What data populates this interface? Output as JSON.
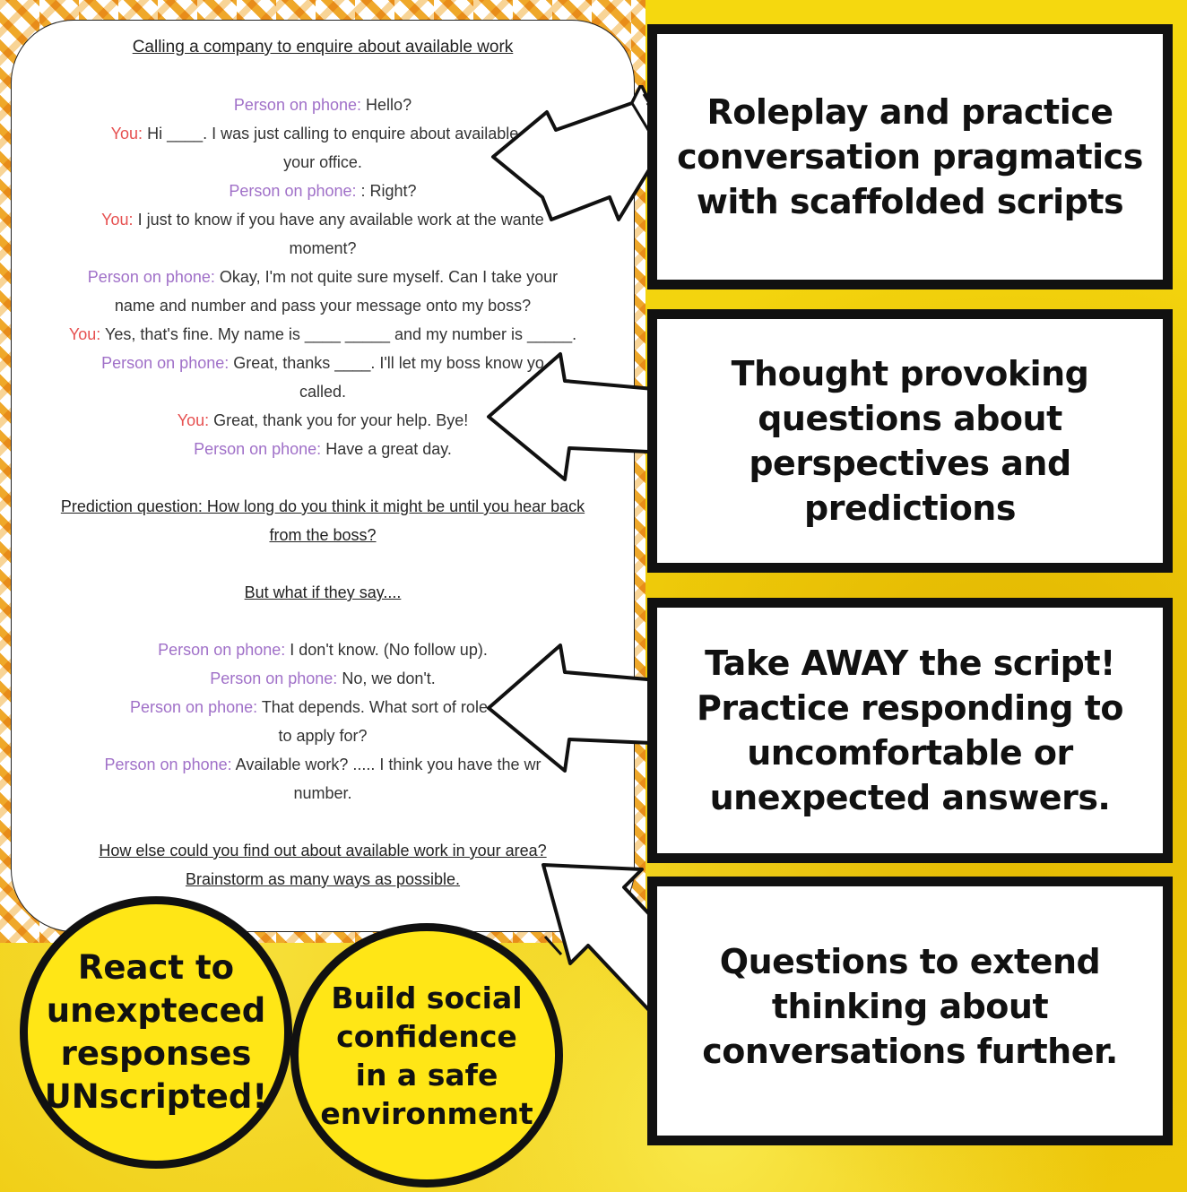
{
  "worksheet": {
    "title": "Calling a company to enquire about available work",
    "script": [
      {
        "speaker": "Person on phone:",
        "type": "person",
        "text": " Hello?"
      },
      {
        "speaker": "You:",
        "type": "you",
        "text": " Hi ____. I was just calling to enquire about available w"
      },
      {
        "speaker": "",
        "type": "plain",
        "text": "your office."
      },
      {
        "speaker": "Person on phone:",
        "type": "person",
        "text": " : Right?"
      },
      {
        "speaker": "You:",
        "type": "you",
        "text": " I just to know if you have any available work at the wante"
      },
      {
        "speaker": "",
        "type": "plain",
        "text": "moment?"
      },
      {
        "speaker": "Person on phone:",
        "type": "person",
        "text": " Okay, I'm not quite sure myself. Can I take your"
      },
      {
        "speaker": "",
        "type": "plain",
        "text": "name and number and pass your message onto my boss?"
      },
      {
        "speaker": "You:",
        "type": "you",
        "text": " Yes, that's fine. My name is ____ _____ and my number is _____."
      },
      {
        "speaker": "Person on phone:",
        "type": "person",
        "text": " Great, thanks ____. I'll let my boss know yo"
      },
      {
        "speaker": "",
        "type": "plain",
        "text": "called."
      },
      {
        "speaker": "You:",
        "type": "you",
        "text": " Great, thank you for your help. Bye!"
      },
      {
        "speaker": "Person on phone:",
        "type": "person",
        "text": " Have a great day."
      }
    ],
    "prediction_question": "Prediction question: How long do you think it might be until you hear back from the boss?",
    "what_if_heading": "But what if they say....",
    "alternatives": [
      {
        "speaker": "Person on phone:",
        "type": "person",
        "text": " I don't know. (No follow up)."
      },
      {
        "speaker": "Person on phone:",
        "type": "person",
        "text": " No, we don't."
      },
      {
        "speaker": "Person on phone:",
        "type": "person",
        "text": " That depends. What sort of role are"
      },
      {
        "speaker": "",
        "type": "plain",
        "text": "to apply for?"
      },
      {
        "speaker": "Person on phone:",
        "type": "person",
        "text": " Available work? ..... I think you have the wr"
      },
      {
        "speaker": "",
        "type": "plain",
        "text": "number."
      }
    ],
    "closing_question": "How else could you find out about available work in your area? Brainstorm as many ways as possible."
  },
  "boxes": [
    "Roleplay and practice conversation pragmatics with scaffolded scripts",
    "Thought provoking questions about perspectives and predictions",
    "Take AWAY the script! Practice responding to uncomfortable or unexpected answers.",
    "Questions to extend thinking about conversations further."
  ],
  "circles": [
    "React to unexpteced responses UNscripted!",
    "Build social confidence in a safe environment"
  ],
  "colors": {
    "person": "#a070c8",
    "you": "#e65050",
    "background": "#f3d10c",
    "chevron": "#efa82a"
  },
  "icons": [
    "arrow-right-icon",
    "arrow-left-icon",
    "arrow-left-icon",
    "arrow-up-right-icon"
  ]
}
